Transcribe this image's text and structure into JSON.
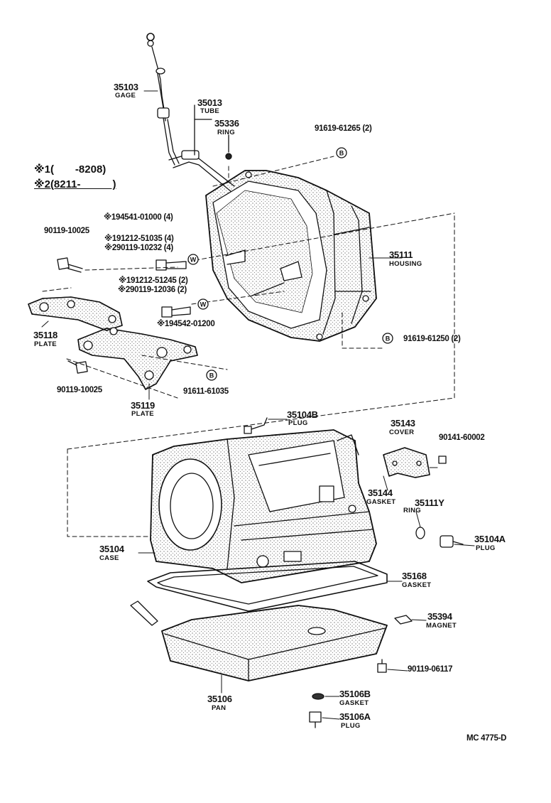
{
  "legend": {
    "line1_mark": "※1",
    "line1_range": "(　　-8208)",
    "line2_mark": "※2",
    "line2_range": "(8211-　　　)"
  },
  "parts": {
    "gage": {
      "number": "35103",
      "name": "GAGE"
    },
    "tube": {
      "number": "35013",
      "name": "TUBE"
    },
    "ring_top": {
      "number": "35336",
      "name": "RING"
    },
    "bolt_b_top": {
      "number": "91619-61265",
      "qty": "(2)"
    },
    "housing": {
      "number": "35111",
      "name": "HOUSING"
    },
    "bolt_b_right": {
      "number": "91619-61250",
      "qty": "(2)"
    },
    "plate_a": {
      "number": "35118",
      "name": "PLATE"
    },
    "plate_b": {
      "number": "35119",
      "name": "PLATE"
    },
    "bolt_left_top": {
      "number": "90119-10025"
    },
    "bolt_left_bottom": {
      "number": "90119-10025"
    },
    "bolt_b_bottom": {
      "number": "91611-61035"
    },
    "plug_b": {
      "number": "35104B",
      "name": "PLUG"
    },
    "cover": {
      "number": "35143",
      "name": "COVER"
    },
    "bolt_cover": {
      "number": "90141-60002"
    },
    "gasket_cover": {
      "number": "35144",
      "name": "GASKET"
    },
    "ring_case": {
      "number": "35111Y",
      "name": "RING"
    },
    "plug_a": {
      "number": "35104A",
      "name": "PLUG"
    },
    "case": {
      "number": "35104",
      "name": "CASE"
    },
    "gasket_pan": {
      "number": "35168",
      "name": "GASKET"
    },
    "magnet": {
      "number": "35394",
      "name": "MAGNET"
    },
    "bolt_pan": {
      "number": "90119-06117"
    },
    "pan": {
      "number": "35106",
      "name": "PAN"
    },
    "gasket_drain": {
      "number": "35106B",
      "name": "GASKET"
    },
    "plug_drain": {
      "number": "35106A",
      "name": "PLUG"
    }
  },
  "notes": {
    "n1": "※194541-01000 (4)",
    "n2": "※191212-51035 (4)",
    "n3": "※290119-10232 (4)",
    "n4": "※191212-51245 (2)",
    "n5": "※290119-12036 (2)",
    "n6": "※194542-01200"
  },
  "markers": {
    "b": "B",
    "w": "W"
  },
  "code": "MC 4775-D"
}
